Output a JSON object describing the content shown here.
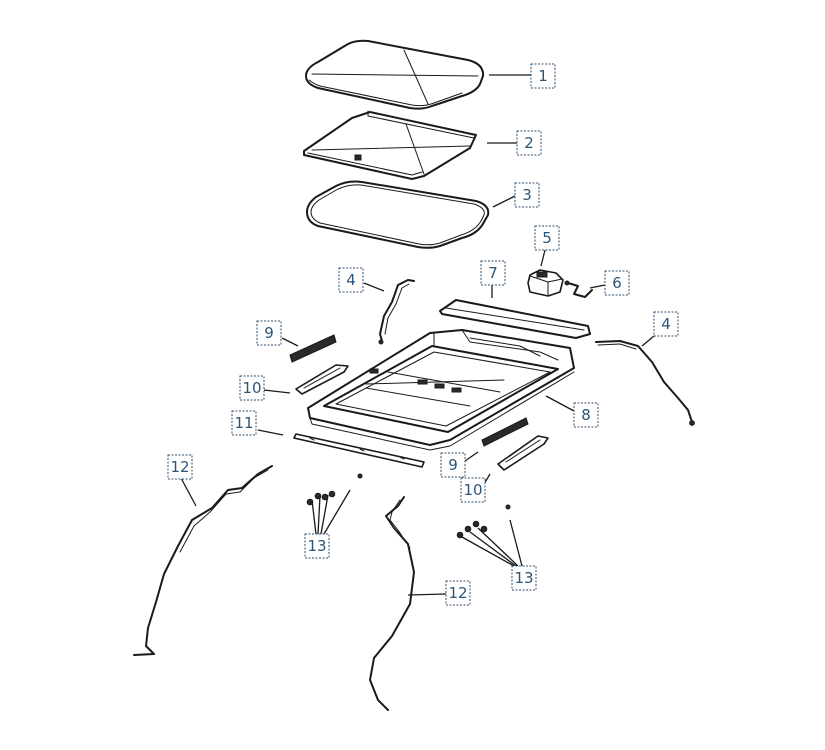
{
  "diagram": {
    "callouts": [
      "1",
      "2",
      "3",
      "4",
      "5",
      "6",
      "7",
      "4",
      "9",
      "10",
      "8",
      "11",
      "9",
      "10",
      "12",
      "13",
      "13",
      "12"
    ]
  }
}
